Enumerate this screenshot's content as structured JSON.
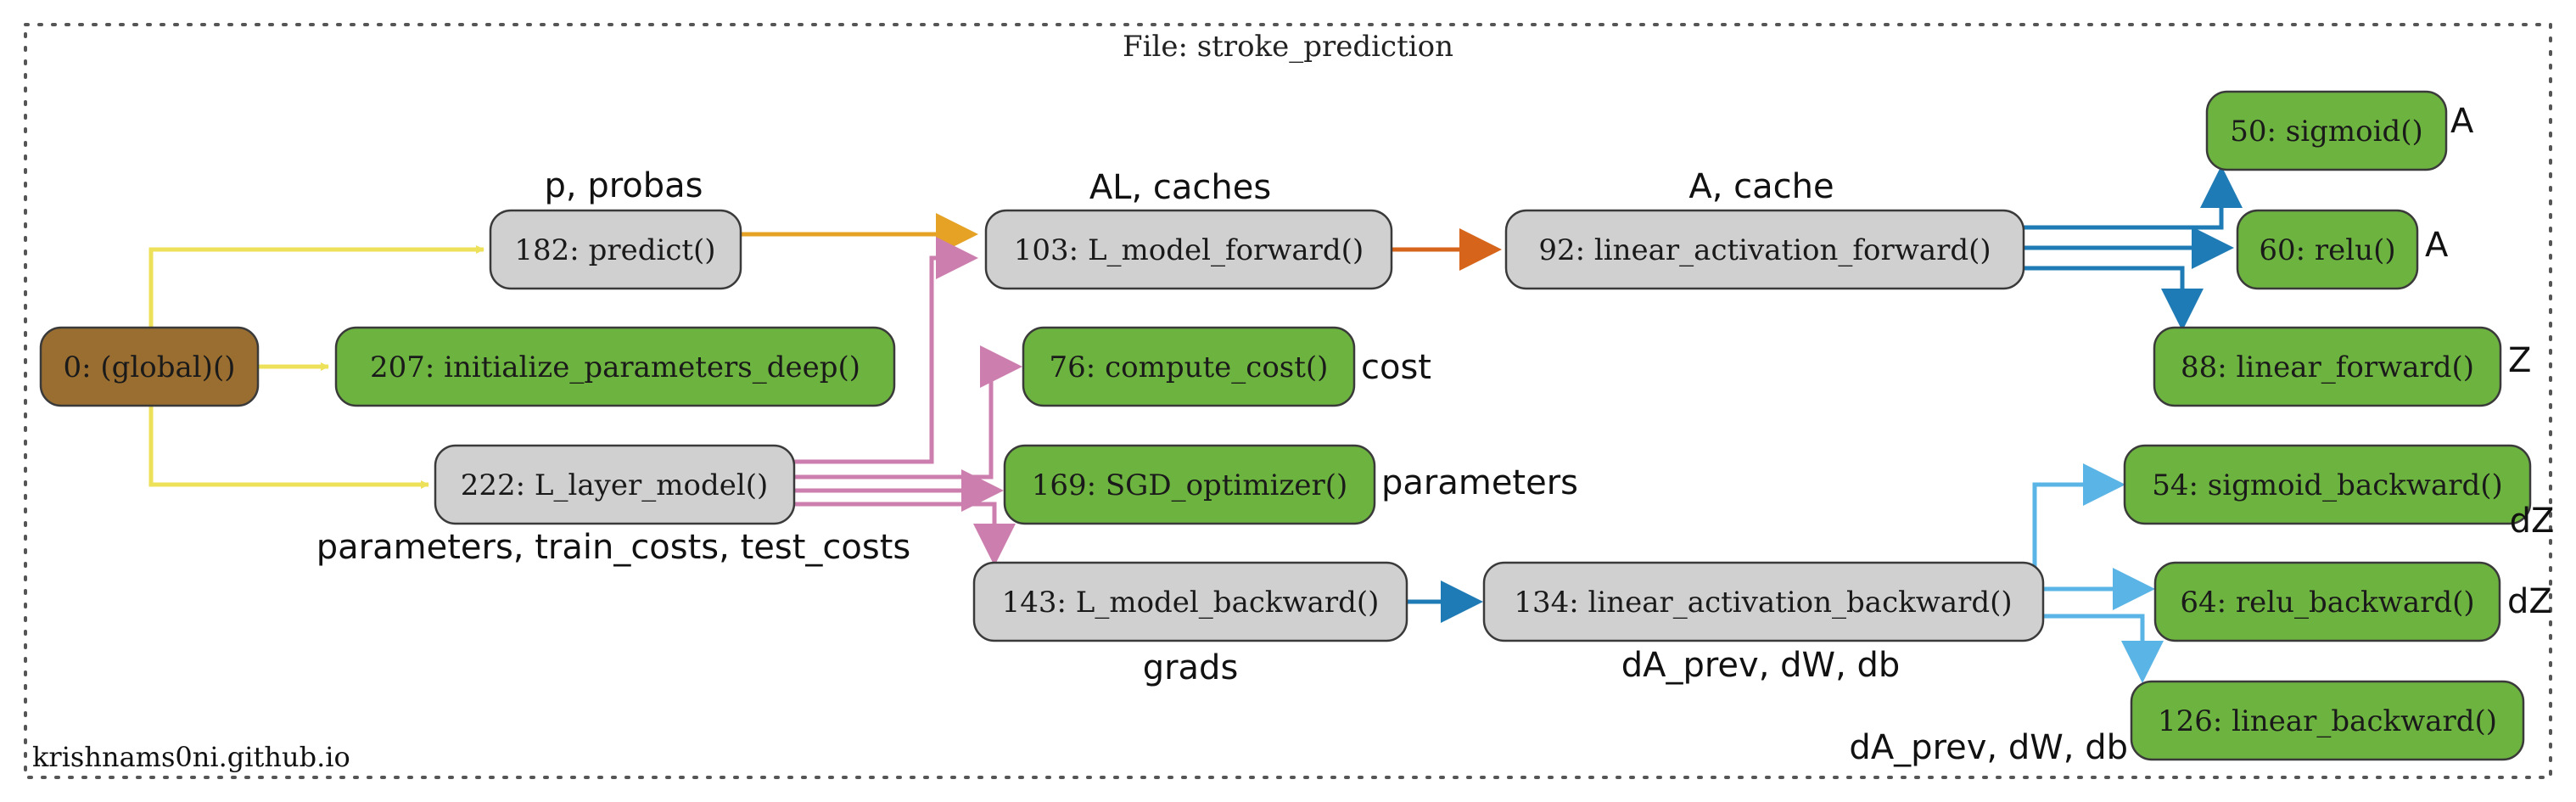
{
  "cluster": {
    "label": "File: stroke_prediction"
  },
  "watermark": "krishnams0ni.github.io",
  "colors": {
    "global_fill": "#9a6e30",
    "leaf_fill": "#6db33f",
    "internal_fill": "#d0d0d0",
    "edge_yellow": "#ede15a",
    "edge_amber": "#e5a224",
    "edge_orange": "#d6641a",
    "edge_blue": "#1e7bb5",
    "edge_pink": "#cc7fae",
    "edge_lightblue": "#5ab4e5"
  },
  "nodes": {
    "global": "0: (global)()",
    "predict": "182: predict()",
    "init_params": "207: initialize_parameters_deep()",
    "layer_model": "222: L_layer_model()",
    "model_forward": "103: L_model_forward()",
    "compute_cost": "76: compute_cost()",
    "sgd": "169: SGD_optimizer()",
    "model_backward": "143: L_model_backward()",
    "lin_act_forward": "92: linear_activation_forward()",
    "lin_act_backward": "134: linear_activation_backward()",
    "sigmoid": "50: sigmoid()",
    "relu": "60: relu()",
    "linear_forward": "88: linear_forward()",
    "sigmoid_backward": "54: sigmoid_backward()",
    "relu_backward": "64: relu_backward()",
    "linear_backward": "126: linear_backward()"
  },
  "labels": {
    "predict": "p, probas",
    "model_forward": "AL, caches",
    "lin_act_forward": "A, cache",
    "sigmoid": "A",
    "relu": "A",
    "linear_forward": "Z",
    "compute_cost": "cost",
    "sgd": "parameters",
    "layer_model": "parameters, train_costs, test_costs",
    "model_backward": "grads",
    "lin_act_backward": "dA_prev, dW, db",
    "sigmoid_backward": "dZ",
    "relu_backward": "dZ",
    "linear_backward": "dA_prev, dW, db"
  }
}
